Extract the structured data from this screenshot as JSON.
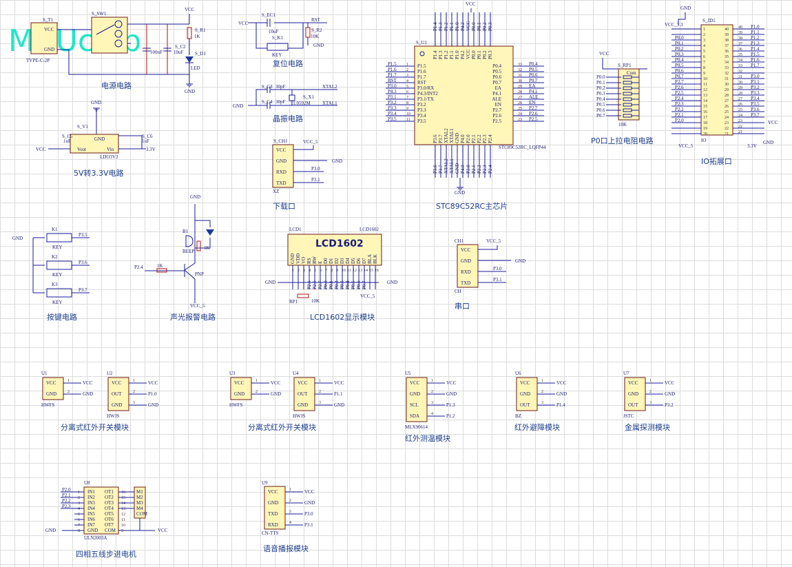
{
  "watermark": "MCUclub",
  "section_labels": {
    "power": "电源电路",
    "reset": "复位电路",
    "crystal": "晶振电路",
    "ldo": "5V转3.3V电路",
    "download": "下载口",
    "mcu": "STC89C52RC主芯片",
    "pullup": "P0口上拉电阻电路",
    "io": "IO拓展口",
    "keys": "按键电路",
    "alarm": "声光报警电路",
    "lcd": "LCD1602显示模块",
    "serial": "串口",
    "ir1": "分离式红外开关模块",
    "ir2": "分离式红外开关模块",
    "temp": "红外测温模块",
    "avoid": "红外避障模块",
    "metal": "金属探测模块",
    "stepper": "四相五线步进电机",
    "voice": "语音播报模块"
  },
  "mcu": {
    "ref": "S_U1",
    "part": "STC89C52RC_LQFP44",
    "left_pins": [
      [
        "P1.5",
        "1"
      ],
      [
        "P1.6",
        "2"
      ],
      [
        "P1.7",
        "3"
      ],
      [
        "RST",
        "4"
      ],
      [
        "P3.0/RX",
        "5"
      ],
      [
        "P4.3/INT2",
        "6"
      ],
      [
        "P3.1/TX",
        "7"
      ],
      [
        "P3.2",
        "8"
      ],
      [
        "P3.3",
        "9"
      ],
      [
        "P3.4",
        "10"
      ],
      [
        "P3.5",
        "11"
      ]
    ],
    "right_pins": [
      [
        "P0.4",
        "33"
      ],
      [
        "P0.5",
        "32"
      ],
      [
        "P0.6",
        "31"
      ],
      [
        "P0.7",
        "30"
      ],
      [
        "EA",
        "29"
      ],
      [
        "P4.1",
        "28"
      ],
      [
        "ALE",
        "27"
      ],
      [
        "EN",
        "26"
      ],
      [
        "P2.7",
        "25"
      ],
      [
        "P2.6",
        "24"
      ],
      [
        "P2.5",
        "23"
      ]
    ],
    "top_pins": [
      "P1.4",
      "P1.3",
      "P1.2",
      "P1.1",
      "P1.0",
      "P4.2",
      "VCC",
      "P0.0",
      "P0.1",
      "P0.2",
      "P0.3"
    ],
    "bottom_pins": [
      "P3.6",
      "P3.7",
      "XTAL2",
      "XTAL1",
      "GND",
      "P4.0",
      "P2.0",
      "P2.1",
      "P2.2",
      "P2.3",
      "P2.4"
    ],
    "vcc": "VCC",
    "gnd": "GND"
  },
  "power": {
    "usb_ref": "S_T1",
    "usb_part": "TYPE-C-2P",
    "usb_pins": [
      "VCC",
      "GND"
    ],
    "sw_ref": "S_SW1",
    "cap_ref": "S_C2",
    "cap_val": "10uF",
    "cap2_val": "100nF",
    "res_ref": "S_R1",
    "res_val": "1K",
    "led_ref": "S_D1",
    "led_val": "LED",
    "vcc": "VCC",
    "gnd": "GND"
  },
  "reset": {
    "vcc": "VCC",
    "rst": "RST",
    "cap_ref": "S_EC1",
    "cap_val": "10uF",
    "key_ref": "S_K1",
    "key_val": "KEY",
    "res_ref": "S_R2",
    "res_val": "10K",
    "gnd": "GND"
  },
  "crystal": {
    "c3_ref": "S_C3",
    "c3_val": "30pF",
    "c4_ref": "S_C4",
    "c4_val": "30pF",
    "x_ref": "S_X1",
    "x_val": "11.0592M",
    "net1": "XTAL2",
    "net2": "XTAL1",
    "gnd": "GND"
  },
  "ldo": {
    "ref": "S_V1",
    "part": "LDO3V3",
    "pins": [
      "GND",
      "Vout",
      "Vin"
    ],
    "c5_ref": "S_C5",
    "c5_val": "1uF",
    "c6_ref": "S_C6",
    "c6_val": "1uF",
    "gnd": "GND",
    "vcc": "VCC",
    "out": "3.3V"
  },
  "download": {
    "ref": "S_CH1",
    "part": "XZ",
    "pins": [
      "VCC",
      "GND",
      "RXD",
      "TXD"
    ],
    "nets": [
      "VCC_5",
      "GND",
      "P3.0",
      "P3.1"
    ]
  },
  "pullup": {
    "ref": "S_RP1",
    "val": "10K",
    "com": "Com",
    "vcc": "VCC",
    "nets": [
      "P0.0",
      "P0.1",
      "P0.2",
      "P0.3",
      "P0.4",
      "P0.5",
      "P0.6",
      "P0.7"
    ]
  },
  "io": {
    "ref": "S_JD1",
    "part": "IO",
    "gnd": "GND",
    "vcc33": "VCC_3.3",
    "vcc5": "VCC_5",
    "v33": "3.3V",
    "vcc": "VCC",
    "left_nets": [
      "",
      "",
      "P0.0",
      "P0.1",
      "P0.2",
      "P0.3",
      "P0.4",
      "P0.5",
      "P0.6",
      "P0.7",
      "P2.7",
      "P2.6",
      "P2.5",
      "P2.4",
      "P2.3",
      "P2.2",
      "P2.1",
      "P2.0",
      "",
      ""
    ],
    "right_nets": [
      "P1.0",
      "P1.1",
      "P1.2",
      "P1.3",
      "P1.4",
      "P1.5",
      "P1.6",
      "P1.7",
      "",
      "P3.0",
      "P3.1",
      "P3.2",
      "P3.3",
      "P3.4",
      "P3.5",
      "P3.6",
      "P3.7",
      "",
      "",
      ""
    ]
  },
  "keys": {
    "gnd": "GND",
    "items": [
      {
        "ref": "K1",
        "val": "KEY",
        "net": "P3.5"
      },
      {
        "ref": "K2",
        "val": "KEY",
        "net": "P3.6"
      },
      {
        "ref": "K3",
        "val": "KEY",
        "net": "P3.7"
      }
    ]
  },
  "alarm": {
    "gnd": "GND",
    "buzzer_ref": "B1",
    "buzzer_val": "BEEP",
    "res_val": "1K",
    "res2_val": "1K",
    "net": "P2.4",
    "transistor": "PNP",
    "vcc": "VCC_5"
  },
  "lcd": {
    "ref": "LCD1",
    "part": "LCD1602",
    "title": "LCD1602",
    "pins": [
      "GND",
      "VDD",
      "VO",
      "RS",
      "RW",
      "E",
      "D0",
      "D1",
      "D2",
      "D3",
      "D4",
      "D5",
      "D6",
      "D7",
      "BLA",
      "BLK"
    ],
    "nets": [
      "",
      "",
      "",
      "P2.6",
      "P2.5",
      "P2.7",
      "P0.0",
      "P0.1",
      "P0.2",
      "P0.3",
      "P0.4",
      "P0.5",
      "P0.6",
      "P0.7",
      "",
      ""
    ],
    "rp_ref": "RP1",
    "rp_val": "10K",
    "gnd": "GND",
    "vcc": "VCC_5"
  },
  "serial": {
    "ref": "CH1",
    "part": "CH",
    "pins": [
      "VCC",
      "GND",
      "RXD",
      "TXD"
    ],
    "nets": [
      "VCC_5",
      "GND",
      "P3.0",
      "P3.1"
    ]
  },
  "modules": [
    {
      "ref": "U1",
      "part": "HWFS",
      "pins": [
        "VCC",
        "GND"
      ],
      "nets": [
        "VCC",
        "GND"
      ]
    },
    {
      "ref": "U2",
      "part": "HWJS",
      "pins": [
        "VCC",
        "OUT",
        "GND"
      ],
      "nets": [
        "VCC",
        "P1.0",
        "GND"
      ]
    },
    {
      "ref": "U3",
      "part": "HWFS",
      "pins": [
        "VCC",
        "GND"
      ],
      "nets": [
        "VCC",
        "GND"
      ]
    },
    {
      "ref": "U4",
      "part": "HWJS",
      "pins": [
        "VCC",
        "OUT",
        "GND"
      ],
      "nets": [
        "VCC",
        "P1.1",
        "GND"
      ]
    },
    {
      "ref": "U5",
      "part": "MLX90614",
      "pins": [
        "VCC",
        "GND",
        "SCL",
        "SDA"
      ],
      "nets": [
        "VCC",
        "GND",
        "P1.3",
        "P1.2"
      ]
    },
    {
      "ref": "U6",
      "part": "BZ",
      "pins": [
        "VCC",
        "GND",
        "OUT"
      ],
      "nets": [
        "VCC",
        "GND",
        "P1.4"
      ]
    },
    {
      "ref": "U7",
      "part": "JSTC",
      "pins": [
        "VCC",
        "GND",
        "OUT"
      ],
      "nets": [
        "VCC",
        "GND",
        "P3.2"
      ]
    }
  ],
  "stepper": {
    "ref": "U8",
    "part": "ULN2003A",
    "in_pins": [
      "IN1",
      "IN2",
      "IN3",
      "IN4",
      "IN5",
      "IN6",
      "IN7",
      "GND"
    ],
    "out_pins": [
      "OT1",
      "OT2",
      "OT3",
      "OT4",
      "OT5",
      "OT6",
      "OT7",
      "COM"
    ],
    "motor_pins": [
      "M1",
      "M2",
      "M3",
      "M4",
      "COM"
    ],
    "nets": [
      "P2.0",
      "P2.1",
      "P2.2",
      "P2.3"
    ],
    "gnd": "GND",
    "vcc": "VCC"
  },
  "voice": {
    "ref": "U9",
    "part": "CN-TTS",
    "pins": [
      "VCC",
      "GND",
      "TXD",
      "RXD"
    ],
    "nets": [
      "VCC",
      "GND",
      "P3.0",
      "P3.1"
    ]
  }
}
